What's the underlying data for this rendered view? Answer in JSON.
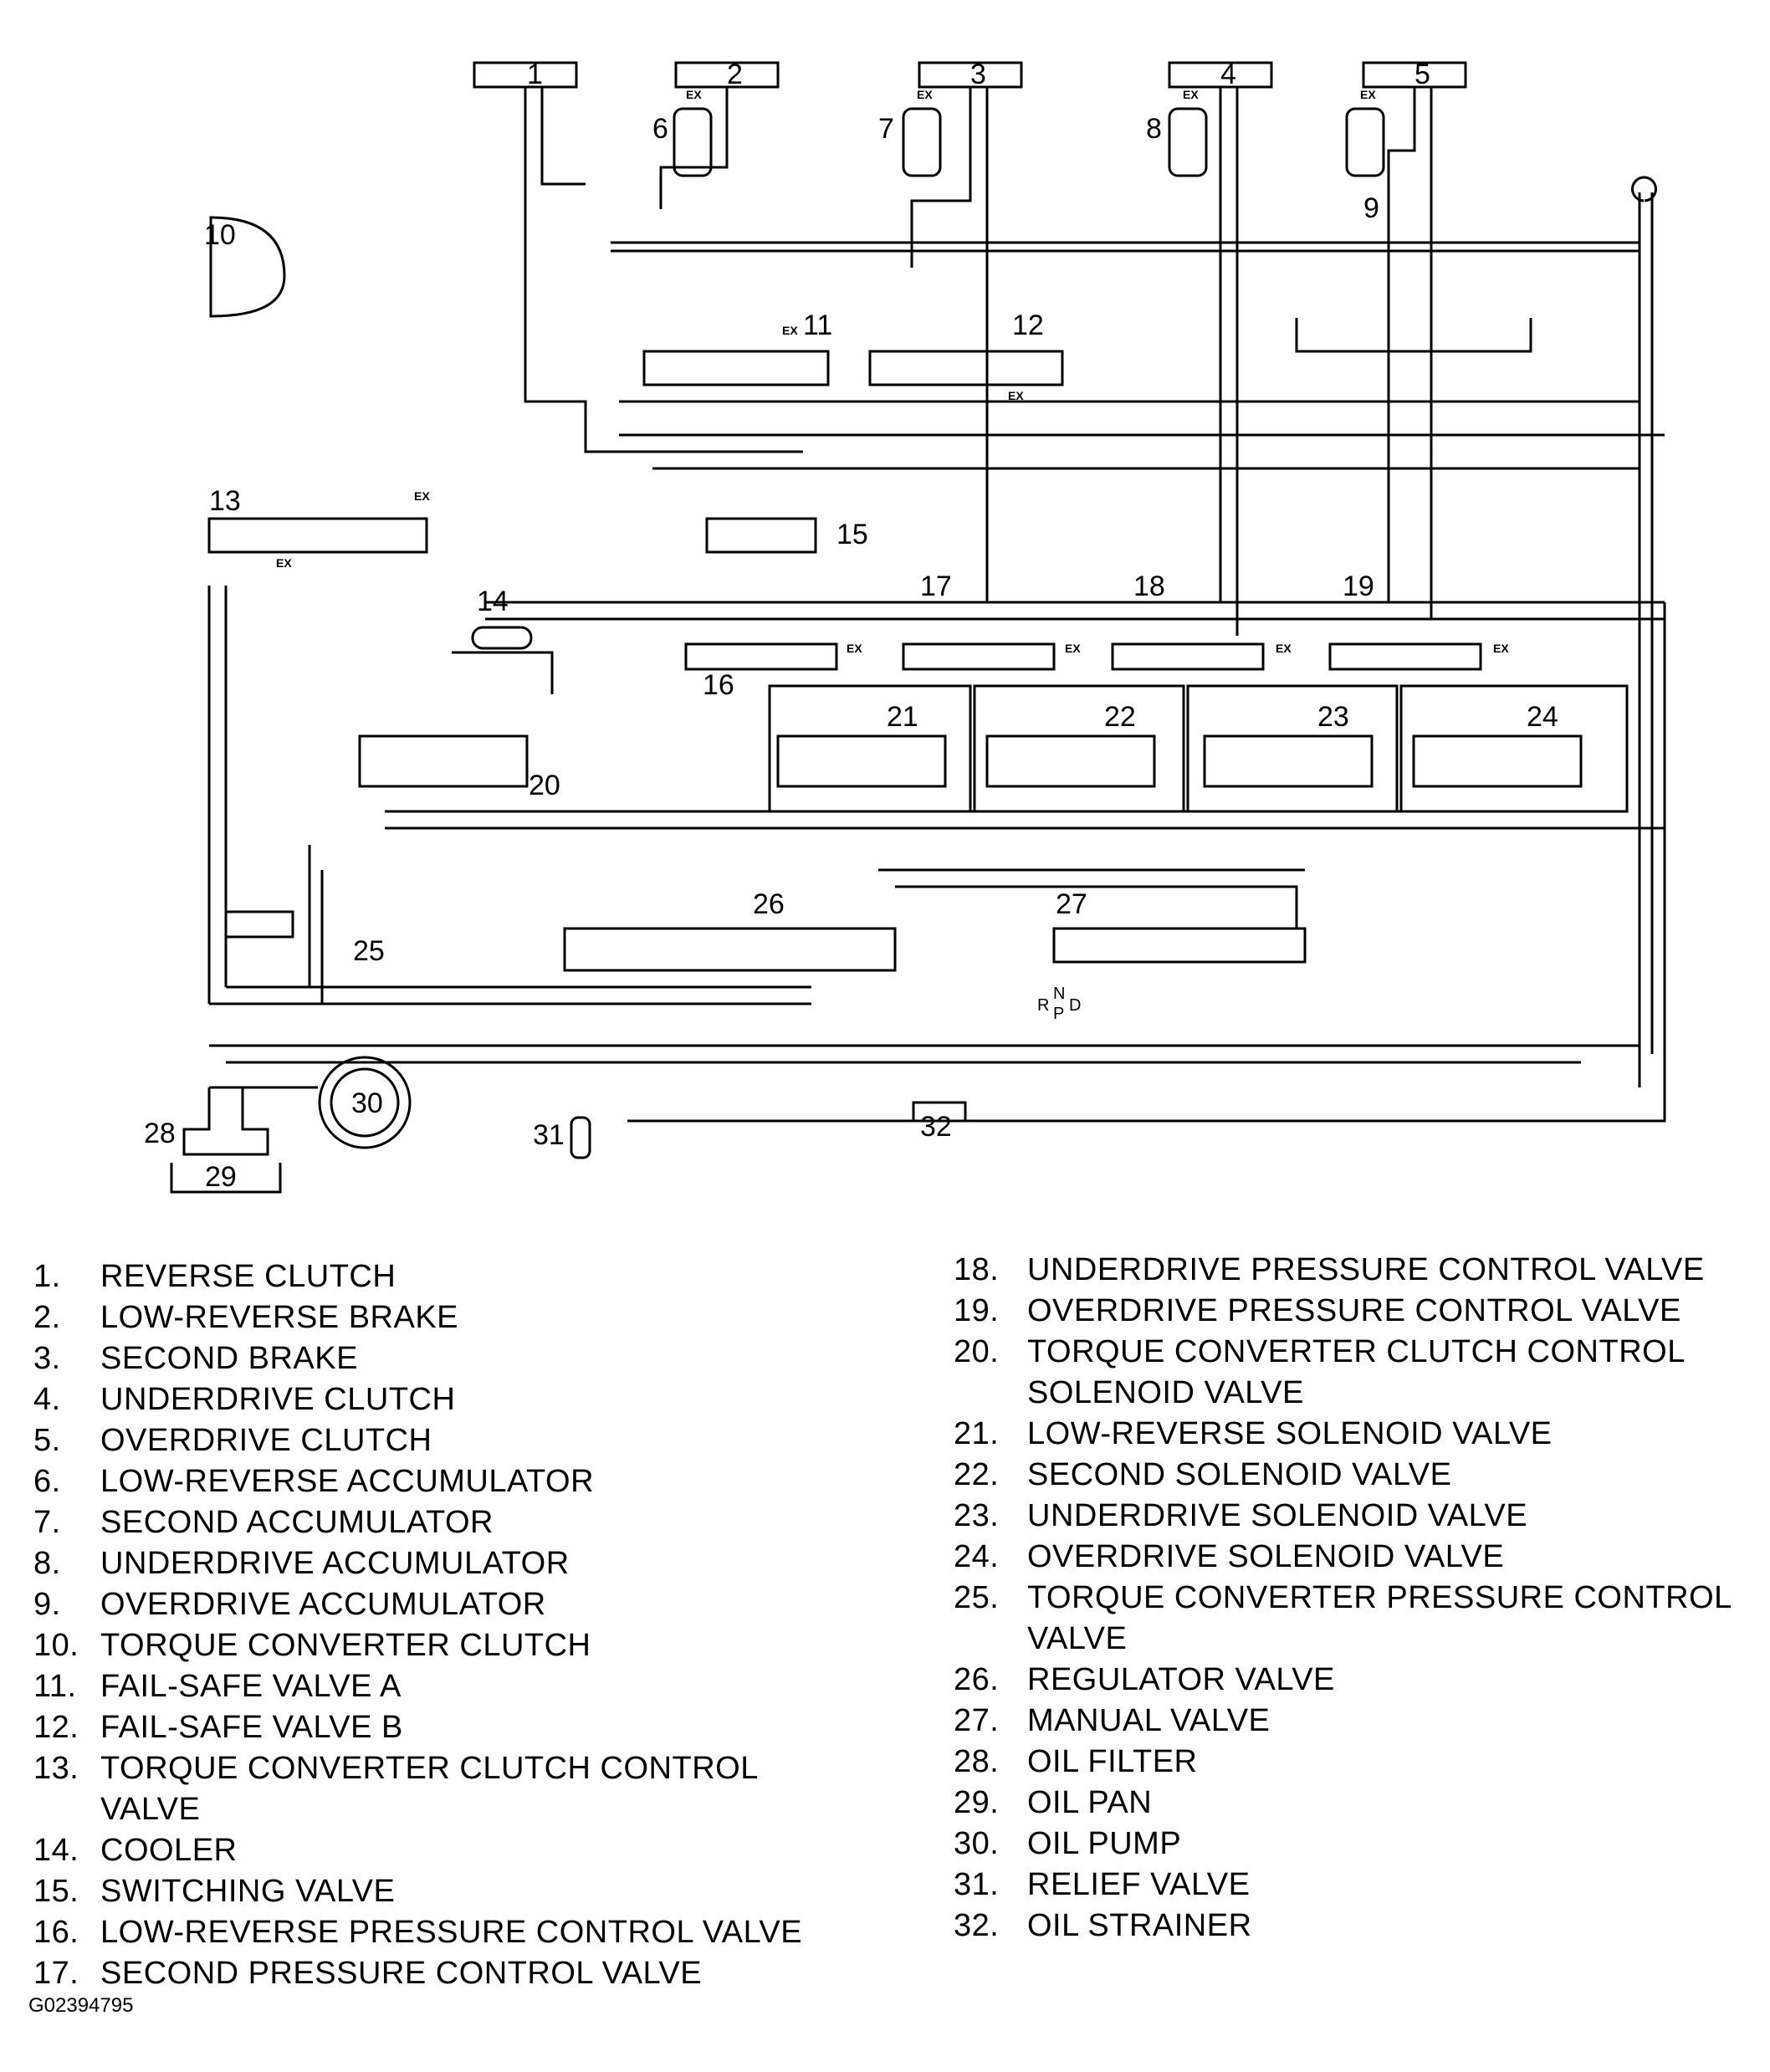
{
  "diagram": {
    "labels": [
      "1",
      "2",
      "3",
      "4",
      "5",
      "6",
      "7",
      "8",
      "9",
      "10",
      "11",
      "12",
      "13",
      "14",
      "15",
      "16",
      "17",
      "18",
      "19",
      "20",
      "21",
      "22",
      "23",
      "24",
      "25",
      "26",
      "27",
      "28",
      "29",
      "30",
      "31",
      "32"
    ],
    "exhaust_mark": "EX",
    "manual_positions": [
      "R",
      "N",
      "P",
      "D"
    ]
  },
  "legend": {
    "left": [
      {
        "num": "1.",
        "text": "REVERSE CLUTCH"
      },
      {
        "num": "2.",
        "text": "LOW-REVERSE BRAKE"
      },
      {
        "num": "3.",
        "text": "SECOND BRAKE"
      },
      {
        "num": "4.",
        "text": "UNDERDRIVE CLUTCH"
      },
      {
        "num": "5.",
        "text": "OVERDRIVE CLUTCH"
      },
      {
        "num": "6.",
        "text": "LOW-REVERSE ACCUMULATOR"
      },
      {
        "num": "7.",
        "text": "SECOND ACCUMULATOR"
      },
      {
        "num": "8.",
        "text": "UNDERDRIVE ACCUMULATOR"
      },
      {
        "num": "9.",
        "text": "OVERDRIVE ACCUMULATOR"
      },
      {
        "num": "10.",
        "text": "TORQUE CONVERTER CLUTCH"
      },
      {
        "num": "11.",
        "text": "FAIL-SAFE VALVE A"
      },
      {
        "num": "12.",
        "text": "FAIL-SAFE VALVE B"
      },
      {
        "num": "13.",
        "text": "TORQUE CONVERTER CLUTCH CONTROL\nVALVE"
      },
      {
        "num": "14.",
        "text": "COOLER"
      },
      {
        "num": "15.",
        "text": "SWITCHING VALVE"
      },
      {
        "num": "16.",
        "text": "LOW-REVERSE PRESSURE CONTROL VALVE"
      },
      {
        "num": "17.",
        "text": "SECOND PRESSURE CONTROL VALVE"
      }
    ],
    "right": [
      {
        "num": "18.",
        "text": "UNDERDRIVE PRESSURE CONTROL VALVE"
      },
      {
        "num": "19.",
        "text": "OVERDRIVE PRESSURE CONTROL VALVE"
      },
      {
        "num": "20.",
        "text": "TORQUE CONVERTER CLUTCH CONTROL\nSOLENOID VALVE"
      },
      {
        "num": "21.",
        "text": "LOW-REVERSE SOLENOID VALVE"
      },
      {
        "num": "22.",
        "text": "SECOND SOLENOID VALVE"
      },
      {
        "num": "23.",
        "text": "UNDERDRIVE SOLENOID VALVE"
      },
      {
        "num": "24.",
        "text": "OVERDRIVE SOLENOID VALVE"
      },
      {
        "num": "25.",
        "text": "TORQUE CONVERTER PRESSURE CONTROL\nVALVE"
      },
      {
        "num": "26.",
        "text": "REGULATOR VALVE"
      },
      {
        "num": "27.",
        "text": "MANUAL VALVE"
      },
      {
        "num": "28.",
        "text": "OIL FILTER"
      },
      {
        "num": "29.",
        "text": "OIL PAN"
      },
      {
        "num": "30.",
        "text": "OIL PUMP"
      },
      {
        "num": "31.",
        "text": "RELIEF VALVE"
      },
      {
        "num": "32.",
        "text": "OIL STRAINER"
      }
    ]
  },
  "figure_id": "G02394795"
}
